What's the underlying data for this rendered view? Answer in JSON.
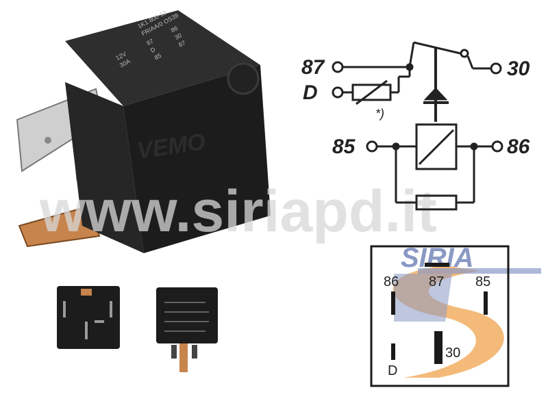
{
  "relay_photo": {
    "brand_mark": "VEMO",
    "case_text": [
      "1K1 800 10",
      "FR/AA/0 OS39",
      "12V",
      "30A",
      "87",
      "D",
      "85",
      "86",
      "30",
      "87"
    ]
  },
  "watermark": {
    "text": "www.siriapd.it"
  },
  "schematic": {
    "labels": {
      "p87": "87",
      "pD": "D",
      "p85": "85",
      "p30": "30",
      "p86": "86",
      "note": "*)"
    }
  },
  "pinout": {
    "logo": "SIRIA",
    "labels": {
      "p86": "86",
      "p87": "87",
      "p85": "85",
      "p30": "30",
      "pD": "D"
    }
  },
  "colors": {
    "case": "#1c1c1c",
    "terminal": "#c7c7c7",
    "copper": "#c7844d",
    "logo_blue": "#8a99c4",
    "logo_orange": "#f3b36b"
  }
}
